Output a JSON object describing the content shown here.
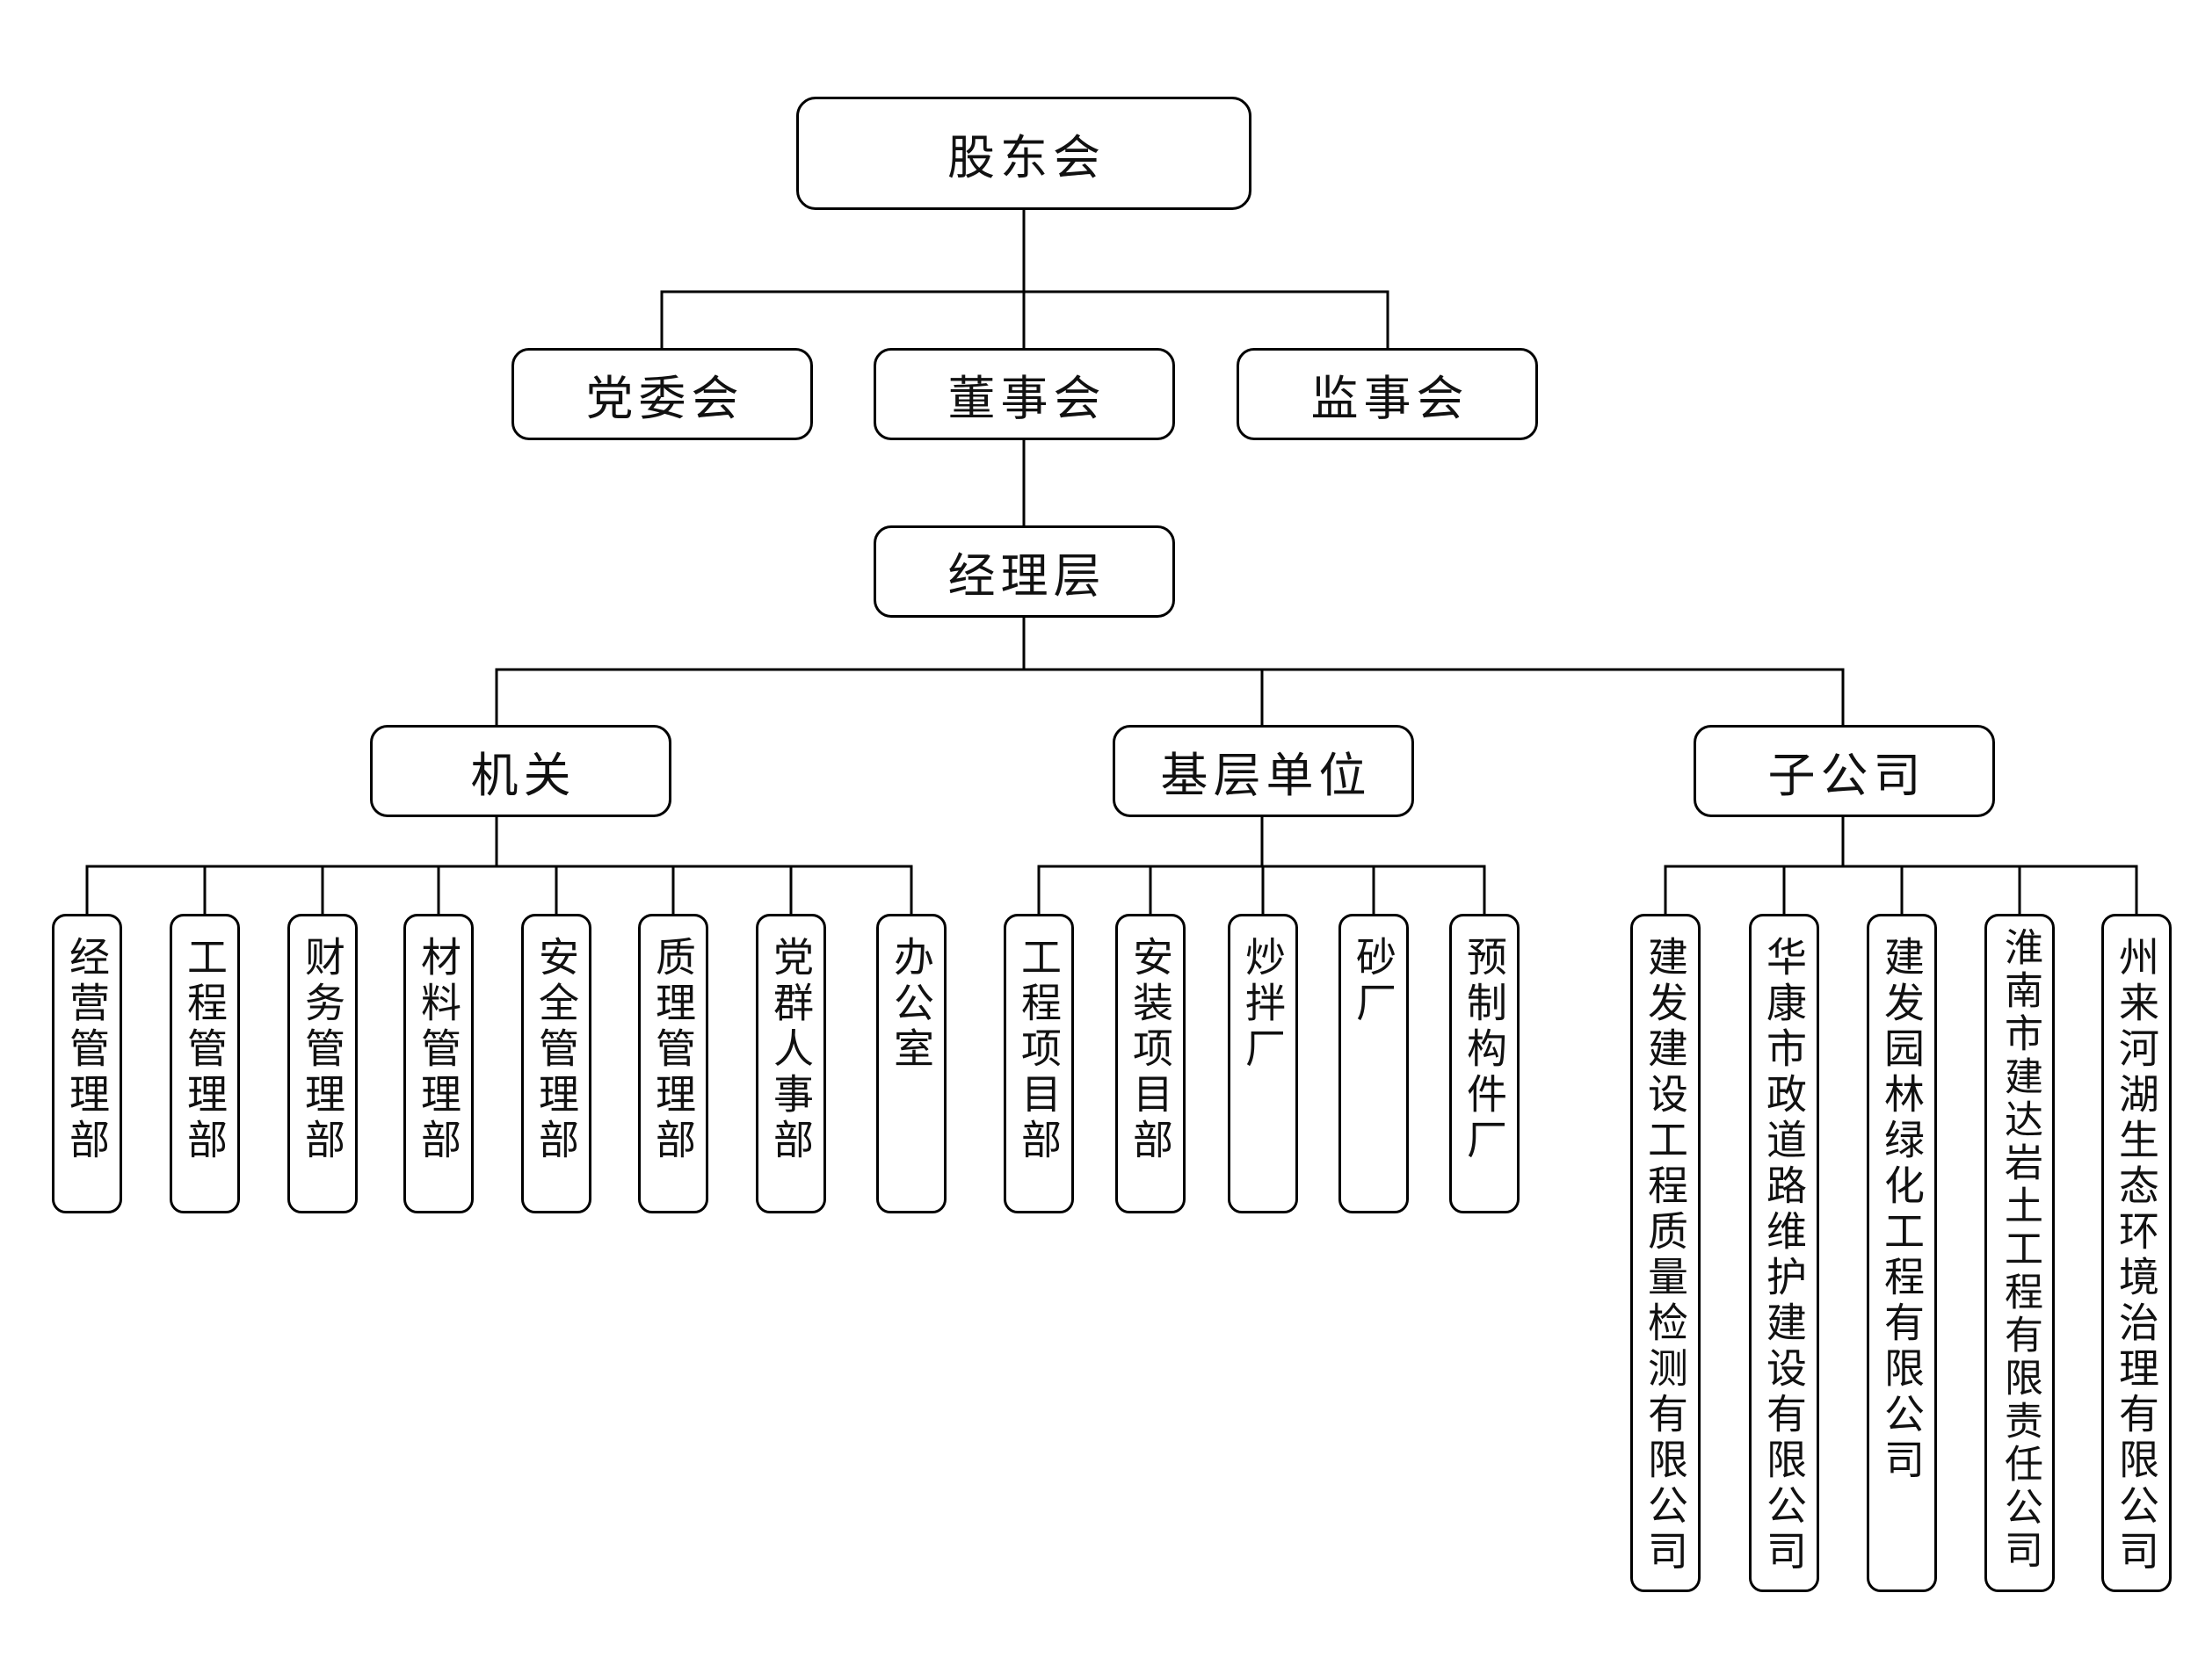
{
  "org_chart": {
    "shareholders_meeting": "股东会",
    "party_committee": "党委会",
    "board_of_directors": "董事会",
    "supervisory_board": "监事会",
    "management": "经理层",
    "divisions": [
      {
        "label": "机关",
        "units": [
          "经营管理部",
          "工程管理部",
          "财务管理部",
          "材料管理部",
          "安全管理部",
          "质理管理部",
          "党群人事部",
          "办公室"
        ]
      },
      {
        "label": "基层单位",
        "units": [
          "工程项目部",
          "安装项目部",
          "炒拌厂",
          "砂厂",
          "预制构件厂"
        ]
      },
      {
        "label": "子公司",
        "units": [
          "建发建设工程质量检测有限公司",
          "华康市政道路维护建设有限公司",
          "建发园林绿化工程有限公司",
          "淮南市建达岩土工程有限责任公司",
          "州来河湖生态环境治理有限公司"
        ]
      }
    ]
  },
  "colors": {
    "line": "#000000",
    "border": "#000000",
    "text": "#111111",
    "background": "#ffffff"
  }
}
